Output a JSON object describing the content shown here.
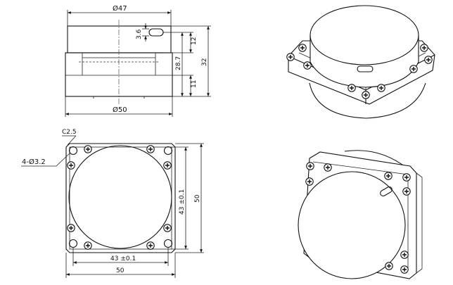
{
  "dimensions": {
    "top_diameter": "Ø47",
    "base_diameter": "Ø50",
    "slot_offset": "3.6",
    "upper_height": "12",
    "body_height": "28.7",
    "flange_height": "11",
    "overall_height": "32",
    "chamfer": "C2.5",
    "holes": "4-Ø3.2",
    "hole_pitch_vertical": "43 ±0.1",
    "hole_pitch_horizontal": "43 ±0.1",
    "width_vertical": "50",
    "width_horizontal": "50"
  }
}
